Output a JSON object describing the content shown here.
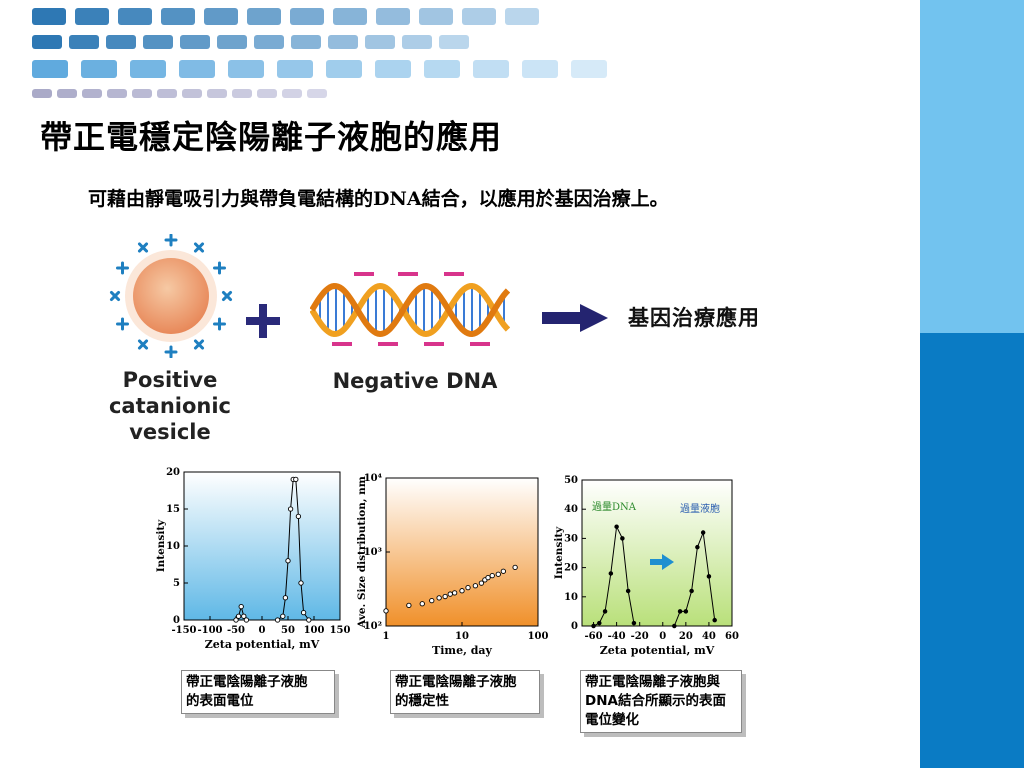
{
  "slide": {
    "title": "帶正電穩定陰陽離子液胞的應用",
    "subtitle": "可藉由靜電吸引力與帶負電結構的DNA結合，以應用於基因治療上。"
  },
  "diagram": {
    "vesicle_label": "Positive catanionic vesicle",
    "vesicle_label_lines": [
      "Positive",
      "catanionic",
      "vesicle"
    ],
    "dna_label": "Negative DNA",
    "result_label": "基因治療應用",
    "plus_icon": "plus-icon",
    "arrow_icon": "right-arrow-icon",
    "colors": {
      "plus": "#2a2a7a",
      "charge_plus": "#1e7fc0",
      "charge_minus": "#d8348c",
      "arrow": "#242470"
    }
  },
  "charts": {
    "chart_data": [
      {
        "type": "line",
        "xlabel": "Zeta potential, mV",
        "ylabel": "Intensity",
        "xlim": [
          -150,
          150
        ],
        "ylim": [
          0,
          20
        ],
        "xticks": [
          "-150",
          "-100",
          "-50",
          "0",
          "50",
          "100",
          "150"
        ],
        "yticks": [
          "0",
          "5",
          "10",
          "15",
          "20"
        ],
        "grid": false,
        "background": "blue gradient",
        "series": [
          {
            "x": [
              -50,
              -45,
              -40,
              -35,
              -30,
              30,
              40,
              45,
              50,
              55,
              60,
              65,
              70,
              75,
              80,
              90
            ],
            "y": [
              0,
              0.5,
              1.8,
              0.5,
              0,
              0,
              0.5,
              3,
              8,
              15,
              19,
              19,
              14,
              5,
              1,
              0
            ]
          }
        ]
      },
      {
        "type": "scatter",
        "xlabel": "Time, day",
        "ylabel": "Ave. Size distribution, nm",
        "xscale": "log",
        "yscale": "log",
        "xlim": [
          1,
          100
        ],
        "ylim": [
          100,
          10000
        ],
        "xticks": [
          "1",
          "10",
          "100"
        ],
        "yticks": [
          "10²",
          "10³",
          "10⁴"
        ],
        "background": "orange gradient",
        "series": [
          {
            "x": [
              1,
              2,
              3,
              4,
              5,
              6,
              7,
              8,
              10,
              12,
              15,
              18,
              20,
              22,
              25,
              30,
              35,
              50
            ],
            "y": [
              160,
              190,
              200,
              220,
              240,
              250,
              270,
              280,
              300,
              330,
              350,
              380,
              420,
              450,
              480,
              500,
              550,
              620
            ]
          }
        ]
      },
      {
        "type": "line",
        "xlabel": "Zeta potential, mV",
        "ylabel": "Intensity",
        "xlim": [
          -70,
          60
        ],
        "ylim": [
          0,
          50
        ],
        "xticks": [
          "-60",
          "-40",
          "-20",
          "0",
          "20",
          "40",
          "60"
        ],
        "yticks": [
          "0",
          "10",
          "20",
          "30",
          "40",
          "50"
        ],
        "background": "green gradient",
        "annotations": [
          "過量DNA",
          "過量液胞"
        ],
        "annotation_colors": [
          "#2c8a2c",
          "#2c5fb0"
        ],
        "series": [
          {
            "name": "過量DNA",
            "x": [
              -60,
              -55,
              -50,
              -45,
              -40,
              -35,
              -30,
              -25
            ],
            "y": [
              0,
              1,
              5,
              18,
              34,
              30,
              12,
              1
            ]
          },
          {
            "name": "過量液胞",
            "x": [
              10,
              15,
              20,
              25,
              30,
              35,
              40,
              45
            ],
            "y": [
              0,
              5,
              5,
              12,
              27,
              32,
              17,
              2
            ]
          }
        ]
      }
    ],
    "captions": [
      [
        "帶正電陰陽離子液胞",
        "的表面電位"
      ],
      [
        "帶正電陰陽離子液胞",
        "的穩定性"
      ],
      [
        "帶正電陰陽離子液胞與",
        "DNA結合所顯示的表面",
        "電位變化"
      ]
    ]
  }
}
